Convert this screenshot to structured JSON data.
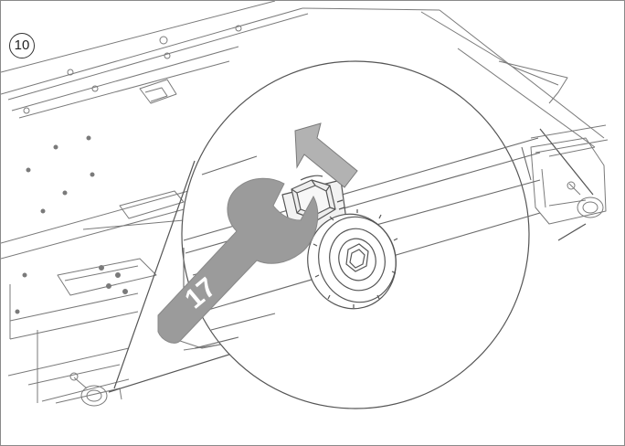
{
  "step": {
    "number": "10"
  },
  "wrench": {
    "size_label": "17"
  },
  "colors": {
    "line": "#6b6b6b",
    "wrench_fill": "#9b9b9b",
    "arrow_fill": "#b2b2b2",
    "nut_fill": "#eeeeee"
  },
  "icons": {
    "wrench": "open-end-wrench",
    "arrow": "tighten-direction-arrow",
    "foot": "adjustable-leveling-foot"
  }
}
